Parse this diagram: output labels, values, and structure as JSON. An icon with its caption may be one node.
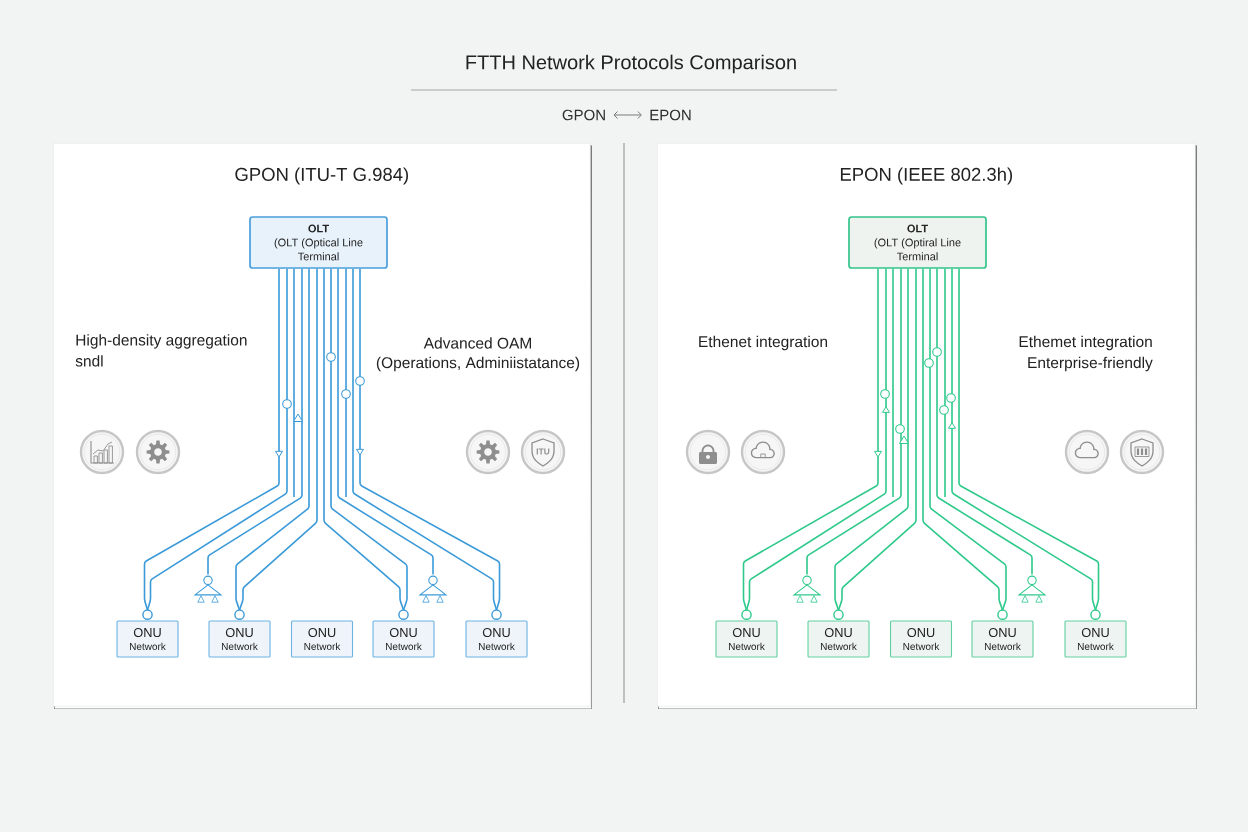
{
  "diagram": {
    "title": "FTTH Network Protocols Comparison",
    "nodes": [
      {
        "text": [
          "GPON"
        ]
      },
      {
        "text": [
          "EPON"
        ]
      },
      {
        "text": [
          "GPON (ITU-T G.984)"
        ]
      },
      {
        "text": [
          "OLT",
          "(OLT (Optical Line Terminal"
        ],
        "in": 2
      },
      {
        "text": [],
        "shape": "triangle",
        "in": 2
      },
      {
        "text": [],
        "shape": "triangle",
        "in": 2
      },
      {
        "text": [
          "ONU",
          "Network"
        ],
        "in": 2
      },
      {
        "text": [
          "ONU",
          "Network"
        ],
        "in": 2
      },
      {
        "text": [
          "ONU",
          "Network"
        ],
        "in": 2
      },
      {
        "text": [
          "ONU",
          "Network"
        ],
        "in": 2
      },
      {
        "text": [
          "ONU",
          "Network"
        ],
        "in": 2
      },
      {
        "text": [
          "EPON (IEEE 802.3h)"
        ]
      },
      {
        "text": [
          "OLT",
          "(OLT (Optiral Line Terminal"
        ],
        "in": 11
      },
      {
        "text": [],
        "shape": "triangle",
        "in": 11
      },
      {
        "text": [],
        "shape": "triangle",
        "in": 11
      },
      {
        "text": [
          "ONU",
          "Network"
        ],
        "in": 11
      },
      {
        "text": [
          "ONU",
          "Network"
        ],
        "in": 11
      },
      {
        "text": [
          "ONU",
          "Network"
        ],
        "in": 11
      },
      {
        "text": [
          "ONU",
          "Network"
        ],
        "in": 11
      },
      {
        "text": [
          "ONU",
          "Network"
        ],
        "in": 11
      }
    ],
    "edges": [
      {
        "from": 0,
        "to": 1,
        "arrow": "both",
        "color": "#7a7a7a"
      },
      {
        "from": 3,
        "to": 6,
        "arrow": "to"
      },
      {
        "from": 3,
        "to": 6,
        "arrow": "none"
      },
      {
        "from": 3,
        "to": null,
        "arrow": "none"
      },
      {
        "from": 3,
        "to": 4,
        "arrow": "none"
      },
      {
        "from": 3,
        "to": 7,
        "arrow": "none"
      },
      {
        "from": 3,
        "to": 7,
        "arrow": "none"
      },
      {
        "from": 3,
        "to": 9,
        "arrow": "none"
      },
      {
        "from": 3,
        "to": 9,
        "arrow": "none"
      },
      {
        "from": 3,
        "to": 5,
        "arrow": "none"
      },
      {
        "from": 3,
        "to": null,
        "arrow": "none"
      },
      {
        "from": 3,
        "to": 10,
        "arrow": "none"
      },
      {
        "from": 3,
        "to": 10,
        "arrow": "to"
      },
      {
        "from": 12,
        "to": 15,
        "arrow": "to",
        "color": "#2ec98b"
      },
      {
        "from": 15,
        "to": 12,
        "arrow": "to",
        "color": "#2ec98b"
      },
      {
        "from": 12,
        "to": null,
        "arrow": "none",
        "color": "#2ec98b"
      },
      {
        "from": 12,
        "to": 13,
        "arrow": "none",
        "color": "#2ec98b"
      },
      {
        "from": 12,
        "to": 16,
        "arrow": "none",
        "color": "#2ec98b"
      },
      {
        "from": 12,
        "to": 16,
        "arrow": "none",
        "color": "#2ec98b"
      },
      {
        "from": 12,
        "to": 18,
        "arrow": "none",
        "color": "#2ec98b"
      },
      {
        "from": 12,
        "to": 18,
        "arrow": "none",
        "color": "#2ec98b"
      },
      {
        "from": 12,
        "to": 14,
        "arrow": "none",
        "color": "#2ec98b"
      },
      {
        "from": 12,
        "to": null,
        "arrow": "none",
        "color": "#2ec98b"
      },
      {
        "from": 19,
        "to": 12,
        "arrow": "to",
        "color": "#2ec98b"
      },
      {
        "from": 12,
        "to": 19,
        "arrow": "none",
        "color": "#2ec98b"
      }
    ],
    "labels": [
      "High-density aggregation sndl",
      "Advanced OAM",
      "(Operations, Adminiistatance)",
      "ITU",
      "Ethenet integration",
      "Ethemet integration",
      "Enterprise-friendly"
    ]
  }
}
